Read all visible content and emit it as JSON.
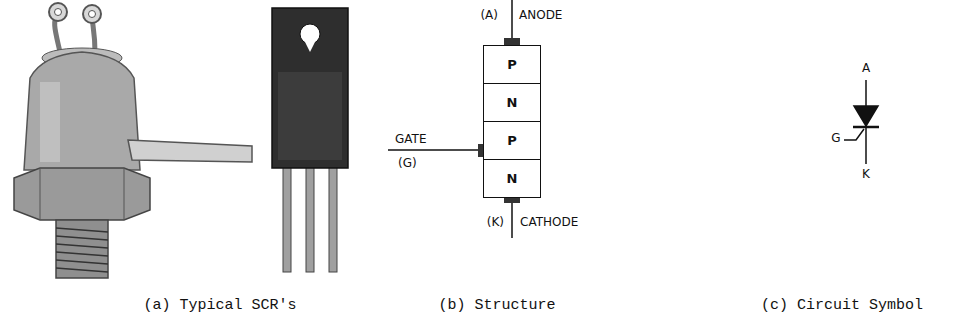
{
  "diagram": {
    "nodes": [
      {
        "text": [
          "P"
        ]
      },
      {
        "text": [
          "N"
        ]
      },
      {
        "text": [
          "P"
        ]
      },
      {
        "text": [
          "N"
        ]
      }
    ],
    "labels": [
      "(A)",
      "ANODE",
      "GATE",
      "(G)",
      "(K)",
      "CATHODE",
      "A",
      "G",
      "K",
      "(a) Typical SCR's",
      "(b) Structure",
      "(c) Circuit Symbol"
    ]
  }
}
